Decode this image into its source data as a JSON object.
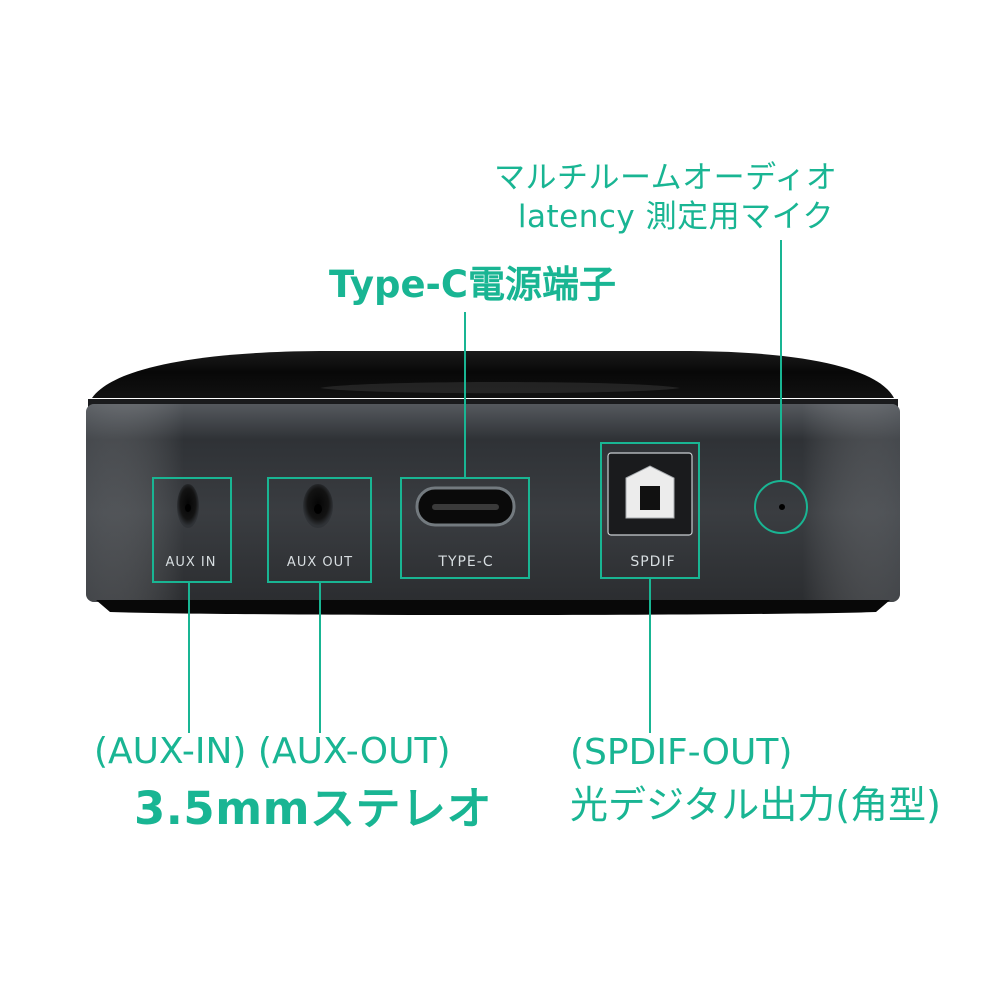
{
  "annotations": {
    "mic_line1": "マルチルームオーディオ",
    "mic_line2": "latency 測定用マイク",
    "typec_title": "Type-C電源端子",
    "aux_line1": "(AUX-IN) (AUX-OUT)",
    "aux_line2": "3.5mmステレオ",
    "spdif_line1": "(SPDIF-OUT)",
    "spdif_line2": "光デジタル出力(角型)"
  },
  "ports": {
    "aux_in": "AUX IN",
    "aux_out": "AUX OUT",
    "type_c": "TYPE-C",
    "spdif": "SPDIF"
  },
  "colors": {
    "accent": "#19b593",
    "device_top": "#111111",
    "device_side": "#3a3d41",
    "device_base": "#090909",
    "port_text": "#d7dde0"
  }
}
